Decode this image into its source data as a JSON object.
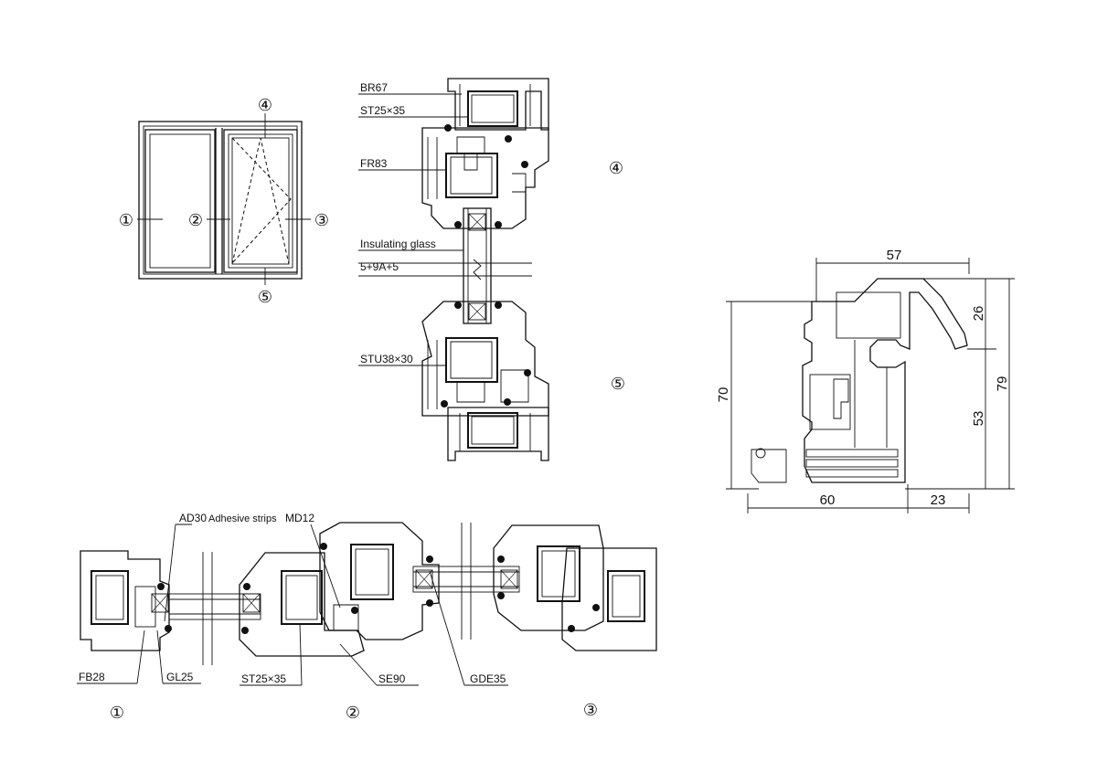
{
  "colors": {
    "line": "#111111",
    "background": "#ffffff"
  },
  "markers": {
    "m1": "①",
    "m2": "②",
    "m3": "③",
    "m4": "④",
    "m5": "⑤"
  },
  "vertical_section": {
    "labels": {
      "br67": "BR67",
      "st2535": "ST25×35",
      "fr83": "FR83",
      "insulating_glass": "Insulating glass",
      "glass_spec": "5+9A+5",
      "stu3830": "STU38×30"
    }
  },
  "profile_dimensions": {
    "top_width": "57",
    "upper_height": "26",
    "total_height_left": "70",
    "total_height_right": "79",
    "lower_height": "53",
    "bottom_left": "60",
    "bottom_right": "23"
  },
  "horizontal_section": {
    "labels": {
      "ad30": "AD30",
      "adhesive_strips": "Adhesive strips",
      "md12": "MD12",
      "fb28": "FB28",
      "gl25": "GL25",
      "st2535": "ST25×35",
      "se90": "SE90",
      "gde35": "GDE35"
    }
  }
}
